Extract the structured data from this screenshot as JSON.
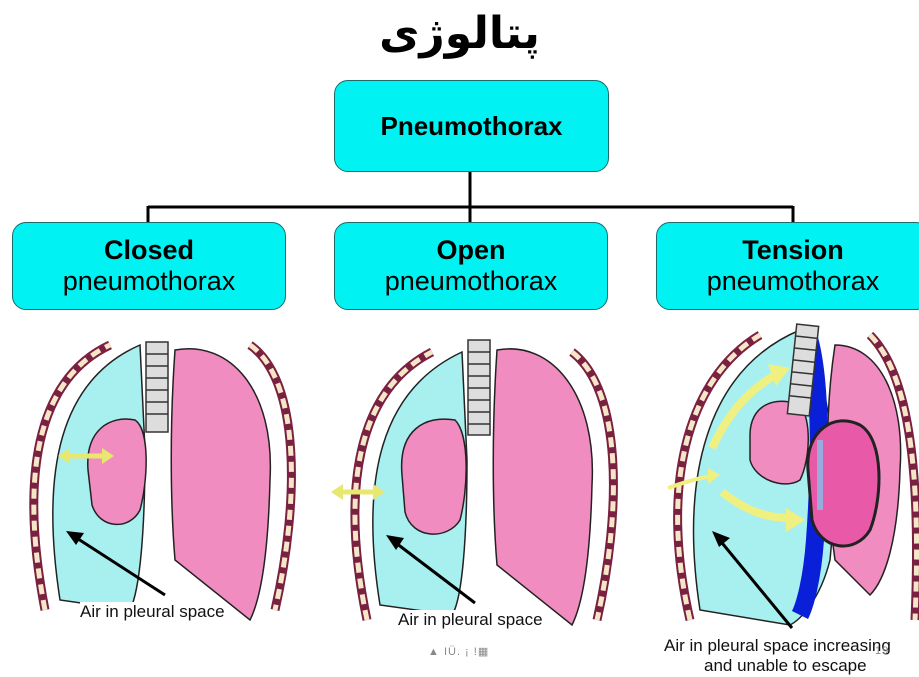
{
  "title": "پتالوژی",
  "root": {
    "label": "Pneumothorax"
  },
  "types": [
    {
      "title": "Closed",
      "subtitle": "pneumothorax",
      "caption": "Air in pleural space"
    },
    {
      "title": "Open",
      "subtitle": "pneumothorax",
      "caption": "Air in pleural space"
    },
    {
      "title": "Tension",
      "subtitle": "pneumothorax",
      "caption_line1": "Air in pleural space increasing",
      "caption_line2": "and unable to escape"
    }
  ],
  "footer": {
    "slide_marks": "▲ IÜ. ¡ !▦",
    "page_number": "19"
  },
  "colors": {
    "box_fill": "#00f2f2",
    "pleural_air": "#a8f0f0",
    "lung": "#f08cc0",
    "rib": "#b03060",
    "vessel": "#0a1fd8",
    "arrow": "#f0f080"
  }
}
